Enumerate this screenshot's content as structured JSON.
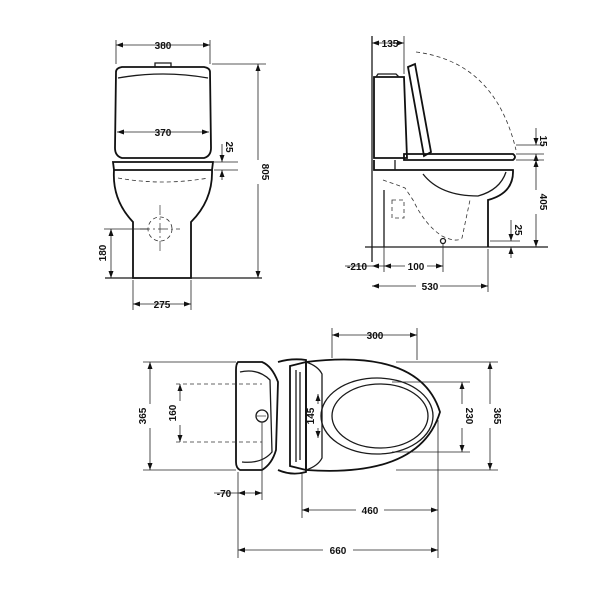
{
  "front_view": {
    "width_top": "380",
    "width_seat": "370",
    "seat_thickness": "25",
    "height_total": "805",
    "waste_height": "180",
    "base_width": "275"
  },
  "side_view": {
    "cistern_depth": "135",
    "seat_gap": "15",
    "rim_height": "405",
    "waste_center": "25",
    "wall_offset": "210",
    "waste_offset": "100",
    "projection": "530"
  },
  "plan_view": {
    "seat_length": "300",
    "cistern_width": "365",
    "fixing_centres": "160",
    "inner_width": "145",
    "seat_width": "230",
    "bowl_width": "365",
    "fixing_offset": "70",
    "bowl_length": "460",
    "total_length": "660"
  }
}
